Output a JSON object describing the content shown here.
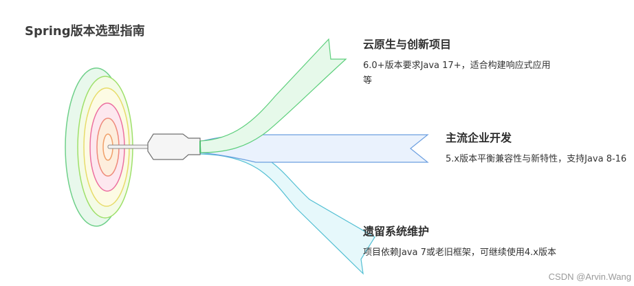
{
  "title": "Spring版本选型指南",
  "branches": [
    {
      "heading": "云原生与创新项目",
      "desc": "6.0+版本要求Java 17+，适合构建响应式应用等",
      "fill": "#e6f9ea",
      "stroke": "#5dcf7c"
    },
    {
      "heading": "主流企业开发",
      "desc": "5.x版本平衡兼容性与新特性，支持Java 8-16",
      "fill": "#eaf2fd",
      "stroke": "#6a9ee0"
    },
    {
      "heading": "遗留系统维护",
      "desc": "项目依赖Java 7或老旧框架，可继续使用4.x版本",
      "fill": "#e6f8fb",
      "stroke": "#52bfd3"
    }
  ],
  "target_colors": [
    "#e8f8ec",
    "#f4fbe6",
    "#fdfbe4",
    "#fde8ef",
    "#fdeedd",
    "#fff3e6"
  ],
  "target_strokes": [
    "#6fd08a",
    "#9ee06a",
    "#e7dc6a",
    "#ec6fa0",
    "#ee8a7a",
    "#f0a06a"
  ],
  "watermark": "CSDN @Arvin.Wang"
}
